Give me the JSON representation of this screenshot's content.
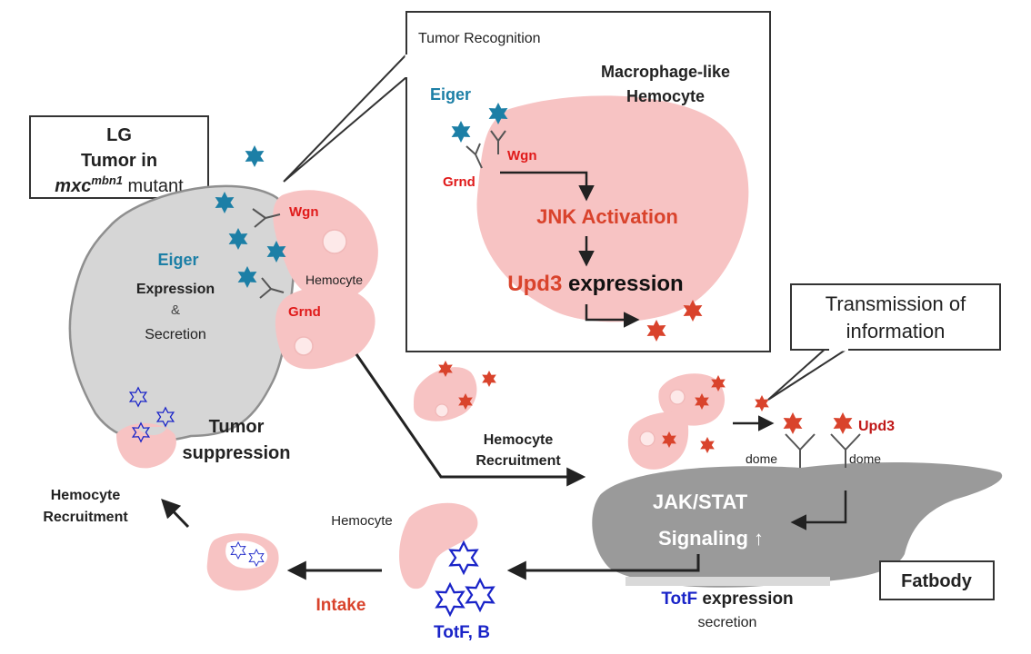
{
  "colors": {
    "eiger_blue": "#1c7fa6",
    "upd3_red": "#d9432c",
    "wgn_red": "#e01a1a",
    "hemocyte_pink": "#f7c3c3",
    "tumor_gray": "#d6d6d6",
    "fatbody_gray": "#9a9a9a",
    "totf_blue": "#1a24c8",
    "text_dark": "#222222"
  },
  "lg_box": {
    "line1": "LG",
    "line2": "Tumor in",
    "mxc": "mxc",
    "mbn1": "mbn1",
    "mutant": " mutant"
  },
  "inset": {
    "title": "Tumor Recognition",
    "cell_line1": "Macrophage-like",
    "cell_line2": "Hemocyte",
    "eiger": "Eiger",
    "wgn": "Wgn",
    "grnd": "Grnd",
    "jnk": "JNK Activation",
    "upd3": "Upd3",
    "expression": " expression"
  },
  "tumor": {
    "wgn": "Wgn",
    "grnd": "Grnd",
    "eiger": "Eiger",
    "expression": "Expression",
    "amp": "&",
    "secretion": "Secretion",
    "hemocyte": "Hemocyte",
    "suppression1": "Tumor",
    "suppression2": "suppression"
  },
  "recruit_mid": {
    "line1": "Hemocyte",
    "line2": "Recruitment"
  },
  "recruit_left": {
    "line1": "Hemocyte",
    "line2": "Recruitment"
  },
  "transmission": {
    "line1": "Transmission of",
    "line2": "information"
  },
  "fatbody": {
    "upd3": "Upd3",
    "dome1": "dome",
    "dome2": "dome",
    "jakstat": "JAK/STAT",
    "signaling": "Signaling ↑",
    "label": "Fatbody",
    "totf": "TotF",
    "expression": " expression",
    "secretion": "secretion"
  },
  "bottom": {
    "hemocyte": "Hemocyte",
    "totf_b": "TotF, B",
    "intake": "Intake"
  }
}
